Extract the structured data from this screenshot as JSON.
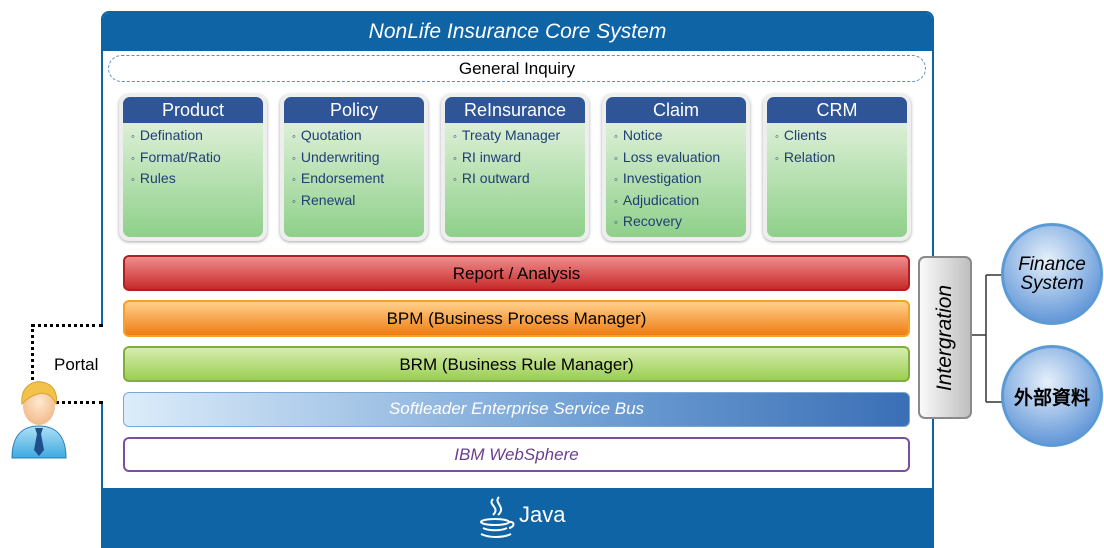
{
  "title": "NonLife Insurance Core System",
  "general_inquiry": "General Inquiry",
  "modules": [
    {
      "name": "Product",
      "items": [
        "Defination",
        "Format/Ratio",
        "Rules"
      ]
    },
    {
      "name": "Policy",
      "items": [
        "Quotation",
        "Underwriting",
        "Endorsement",
        "Renewal"
      ]
    },
    {
      "name": "ReInsurance",
      "items": [
        "Treaty Manager",
        "RI inward",
        "RI outward"
      ]
    },
    {
      "name": "Claim",
      "items": [
        "Notice",
        "Loss evaluation",
        "Investigation",
        "Adjudication",
        "Recovery"
      ]
    },
    {
      "name": "CRM",
      "items": [
        "Clients",
        "Relation"
      ]
    }
  ],
  "layers": {
    "report": "Report / Analysis",
    "bpm": "BPM (Business Process Manager)",
    "brm": "BRM (Business Rule Manager)",
    "esb": "Softleader Enterprise Service Bus",
    "ibm": "IBM WebSphere"
  },
  "platform": "Java",
  "integration": "Intergration",
  "external_systems": {
    "finance": "Finance System",
    "external_data": "外部資料"
  },
  "portal": "Portal"
}
